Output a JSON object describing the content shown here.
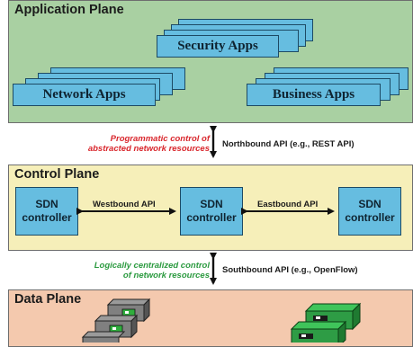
{
  "application_plane": {
    "title": "Application Plane",
    "security_apps": "Security Apps",
    "network_apps": "Network Apps",
    "business_apps": "Business Apps"
  },
  "northbound": {
    "note_line1": "Programmatic control of",
    "note_line2": "abstracted network resources",
    "api_label": "Northbound API (e.g., REST API)"
  },
  "control_plane": {
    "title": "Control Plane",
    "controller_line1": "SDN",
    "controller_line2": "controller",
    "westbound_label": "Westbound API",
    "eastbound_label": "Eastbound API"
  },
  "southbound": {
    "note_line1": "Logically centralized control",
    "note_line2": "of network resources",
    "api_label": "Southbound API (e.g., OpenFlow)"
  },
  "data_plane": {
    "title": "Data Plane"
  },
  "colors": {
    "application_plane": "#a9d0a2",
    "control_plane": "#f6efb9",
    "data_plane": "#f4c9ae",
    "box_fill": "#66bde0",
    "northbound_note": "#d9262c",
    "southbound_note": "#2b9a3f"
  }
}
